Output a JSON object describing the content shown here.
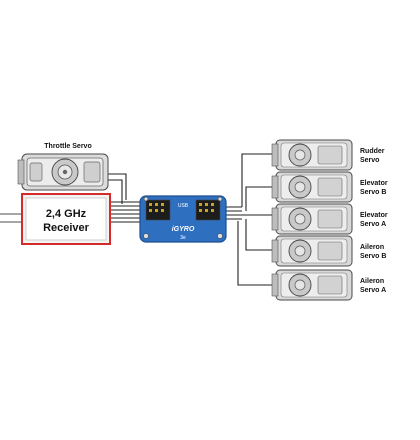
{
  "receiver": {
    "line1": "2,4 GHz",
    "line2": "Receiver",
    "accent_color": "#d42a2a"
  },
  "throttle_servo": {
    "label": "Throttle Servo"
  },
  "controller": {
    "color": "#2f6fc0",
    "brand": "iGYRO",
    "model": "3e",
    "tag": "USB"
  },
  "servos": [
    {
      "line1": "Rudder",
      "line2": "Servo"
    },
    {
      "line1": "Elevator",
      "line2": "Servo B"
    },
    {
      "line1": "Elevator",
      "line2": "Servo A"
    },
    {
      "line1": "Aileron",
      "line2": "Servo B"
    },
    {
      "line1": "Aileron",
      "line2": "Servo A"
    }
  ],
  "colors": {
    "wire": "#222222",
    "servo_body": "#d9d9d9",
    "servo_outline": "#4a4a4a"
  }
}
